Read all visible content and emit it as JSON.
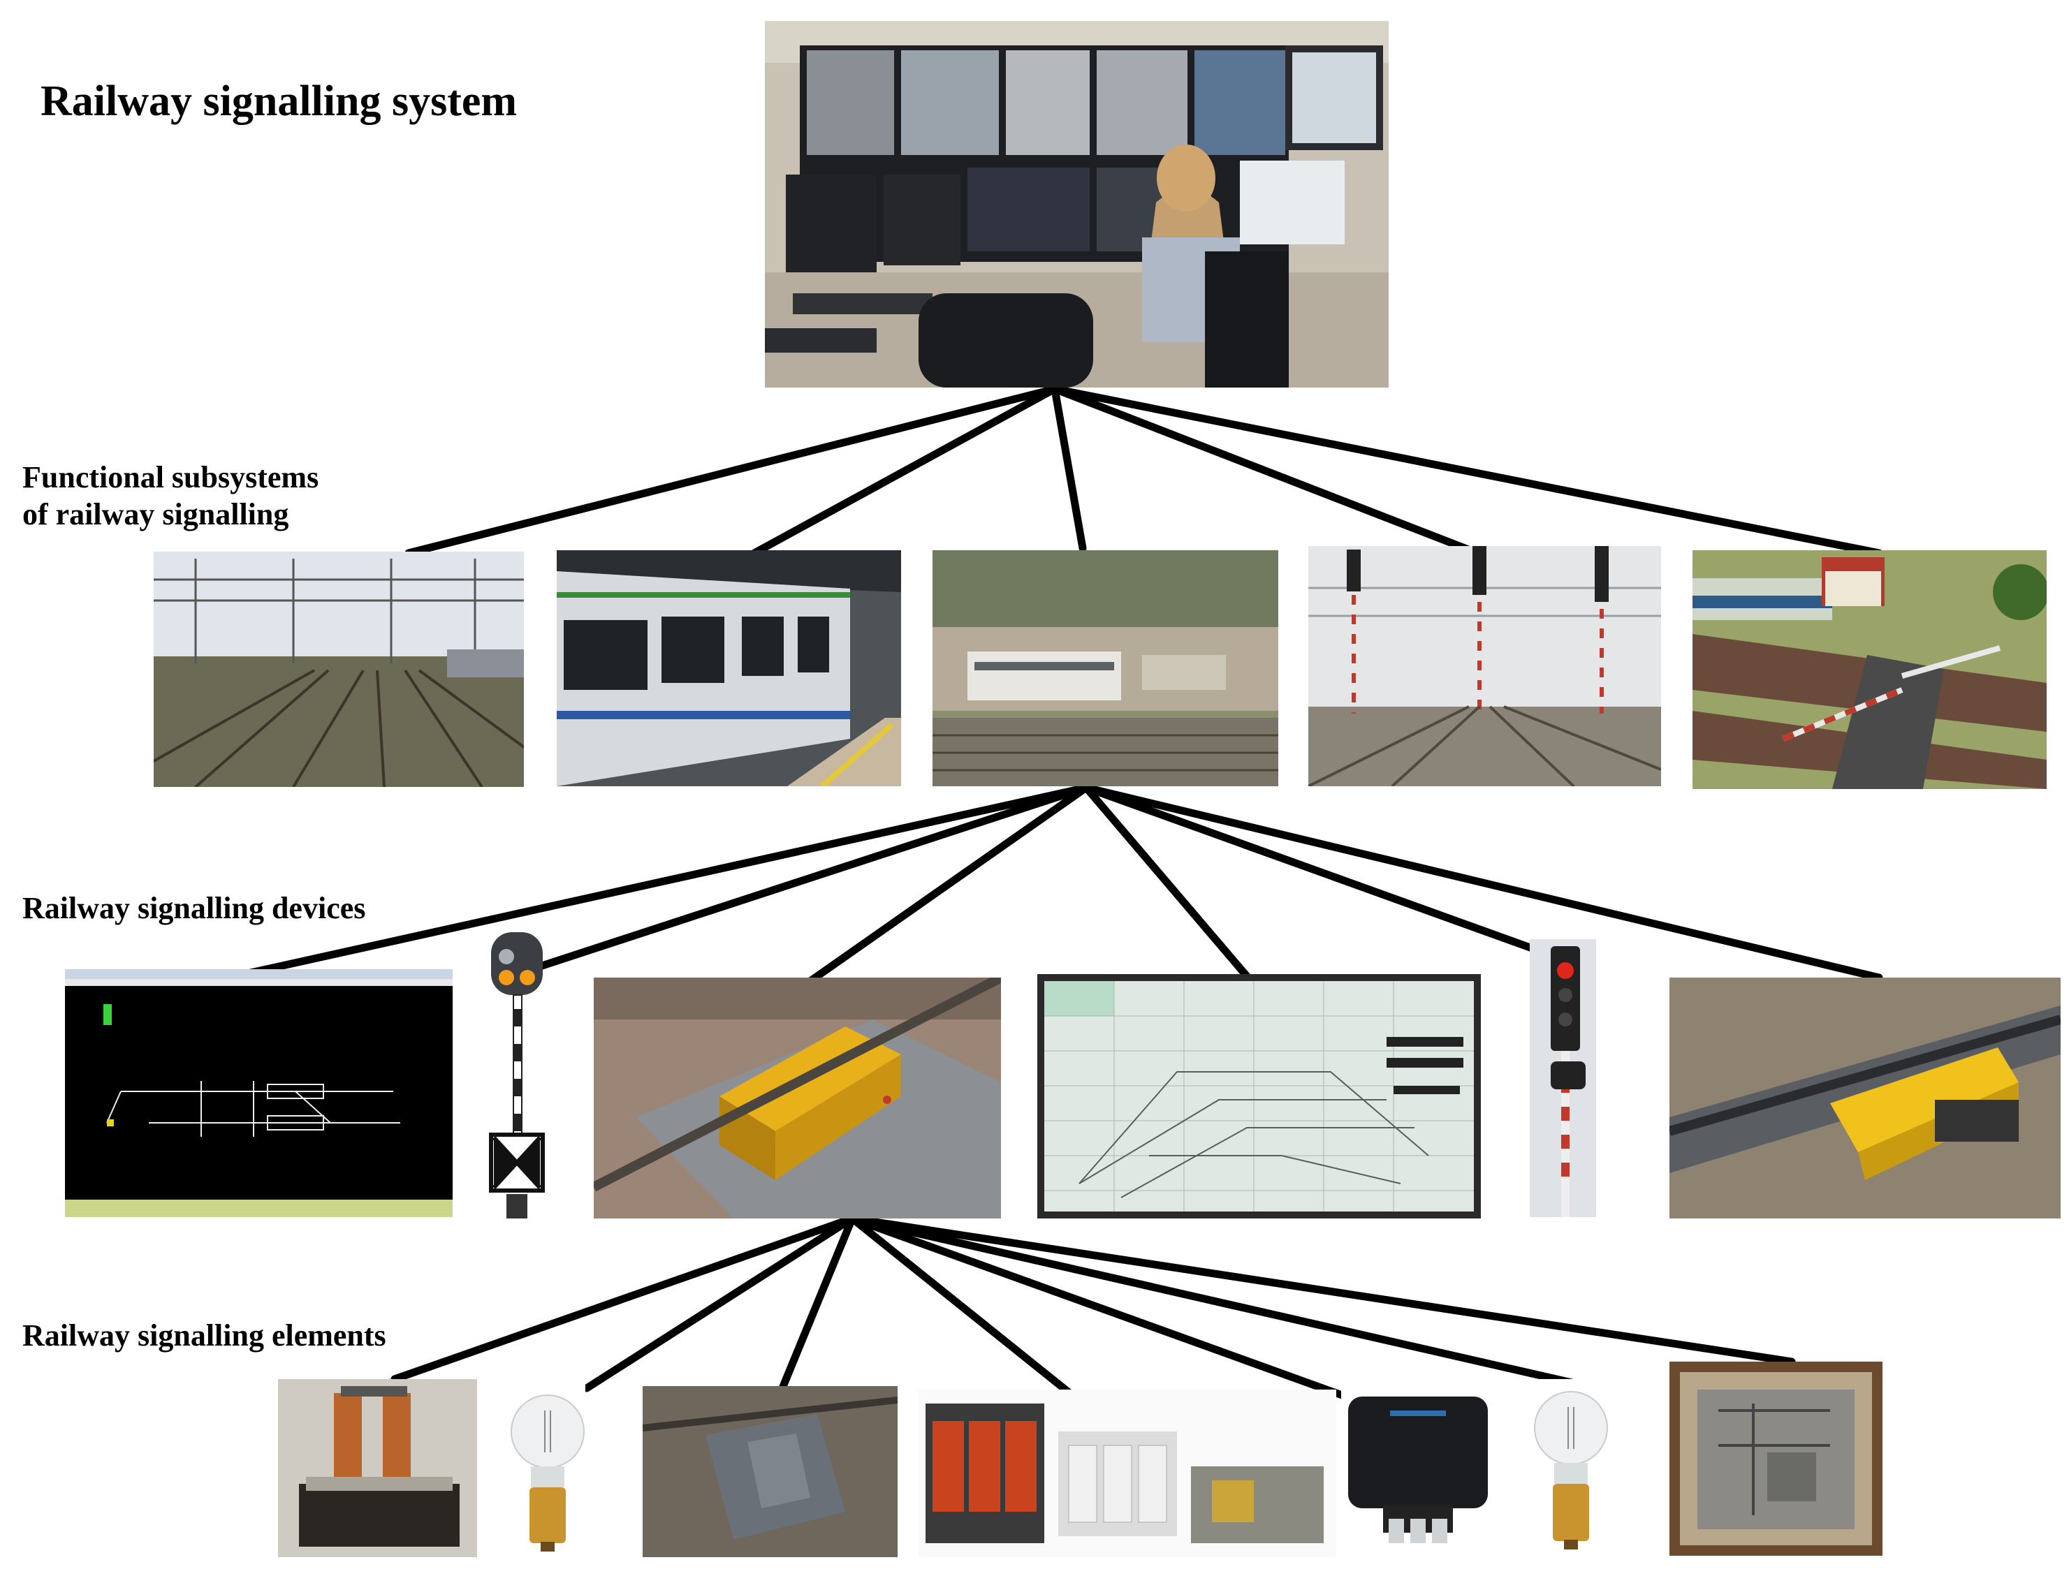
{
  "title": "Railway signalling system",
  "levels": {
    "subsystems": {
      "label_line1": "Functional subsystems",
      "label_line2": "of railway signalling"
    },
    "devices": {
      "label": "Railway signalling devices"
    },
    "elements": {
      "label": "Railway signalling elements"
    }
  },
  "photos": {
    "top": "control-room-photo",
    "subsystems": [
      "railway-yard-tracks-photo",
      "passenger-train-at-platform-photo",
      "railway-station-aerial-photo",
      "signal-masts-on-track-photo",
      "level-crossing-model-photo"
    ],
    "devices": [
      "computer-interlocking-screen",
      "dwarf-signal-illustration",
      "point-machine-photo",
      "track-layout-panel",
      "light-signal-photo",
      "rail-sensor-photo"
    ],
    "elements": [
      "relay-photo",
      "signal-bulb-photo",
      "track-sensor-box-photo",
      "transformers-photo",
      "junction-box-photo",
      "signal-bulb-photo",
      "relay-in-case-photo"
    ]
  },
  "colors": {
    "line": "#000000",
    "background": "#ffffff"
  }
}
